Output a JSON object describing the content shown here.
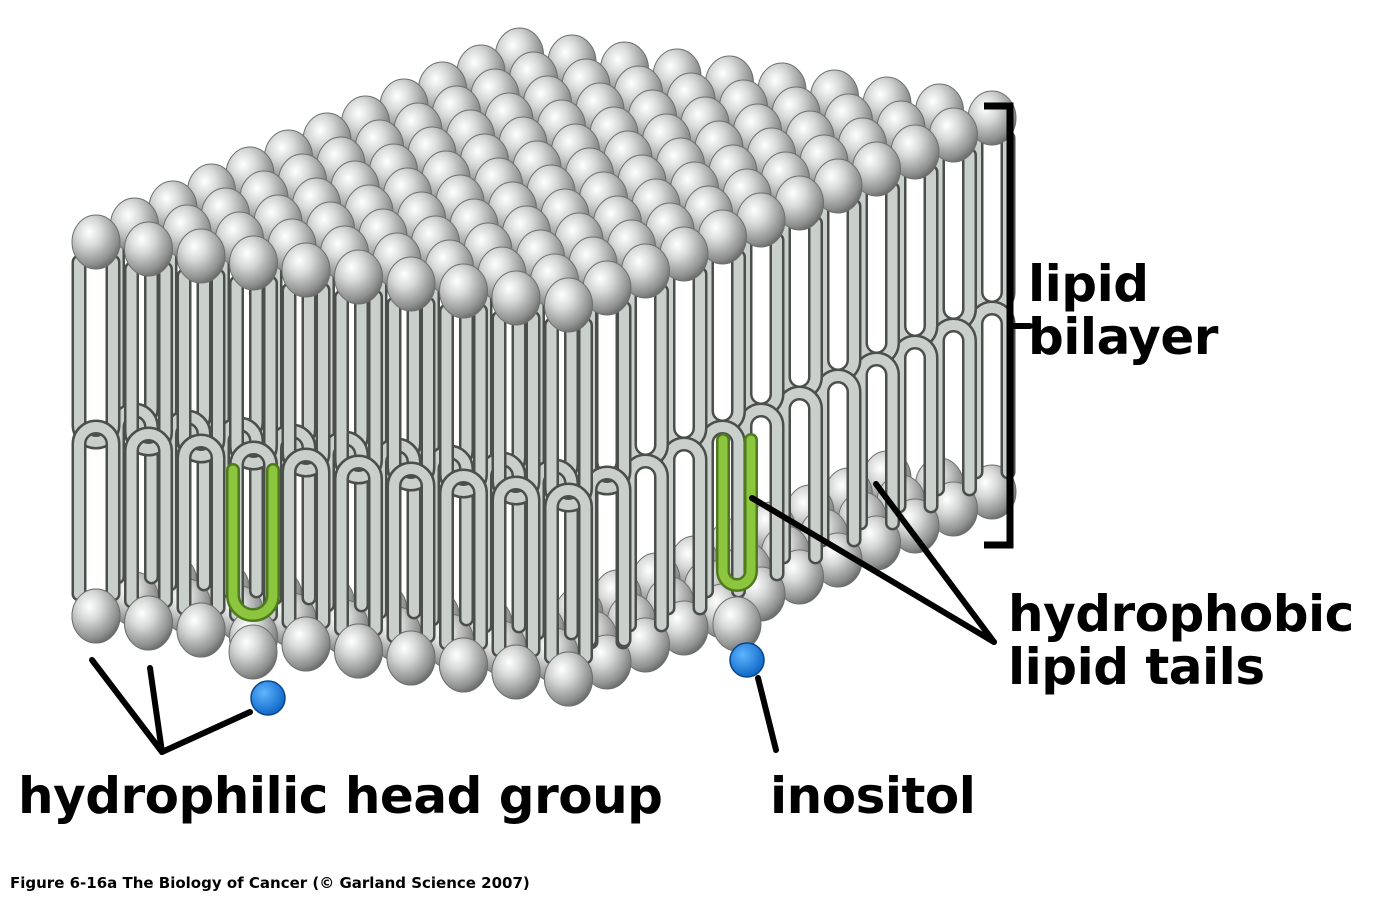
{
  "labels": {
    "lipid_bilayer": [
      "lipid",
      "bilayer"
    ],
    "hydrophobic_tails": [
      "hydrophobic",
      "lipid tails"
    ],
    "hydrophilic_head": "hydrophilic head group",
    "inositol": "inositol"
  },
  "caption": "Figure 6-16a  The Biology of Cancer (© Garland Science 2007)",
  "colors": {
    "head_gray": "#9a9c9c",
    "tail_fill": "#c9cfcb",
    "tail_outline": "#4a4f4c",
    "highlight_tail": "#8cc63f",
    "inositol_blue": "#1a7fe0",
    "annotation_line": "#000000"
  }
}
